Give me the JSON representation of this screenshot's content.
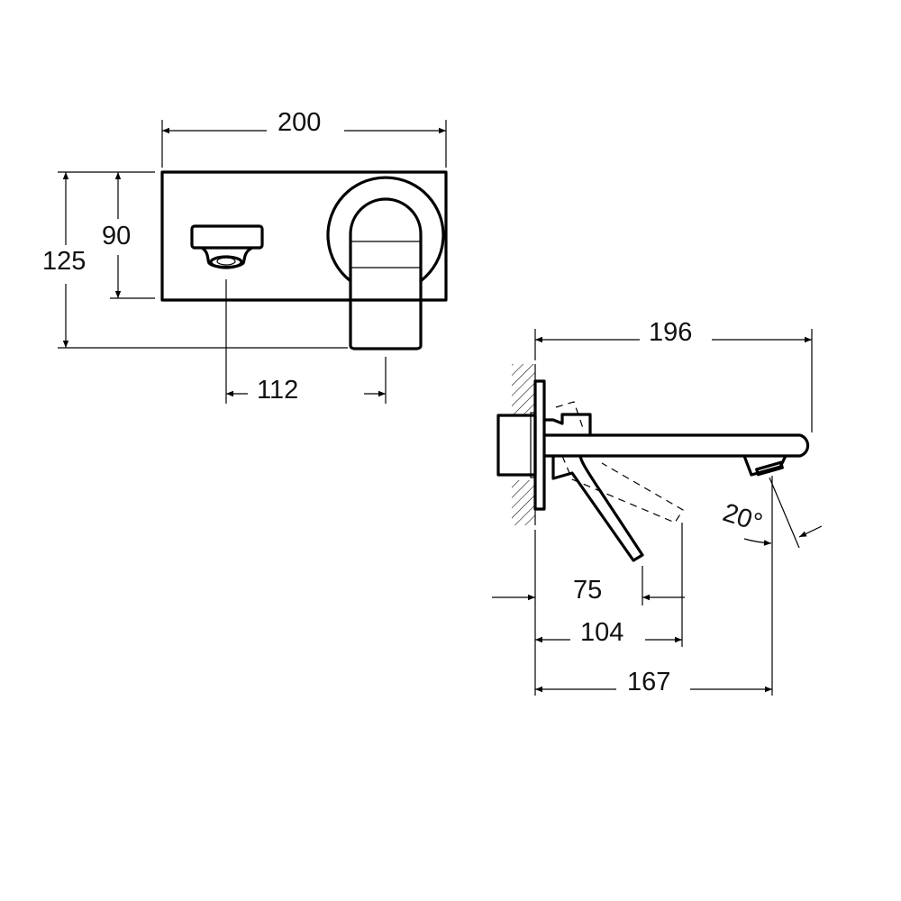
{
  "drawing": {
    "type": "technical dimension drawing",
    "subject": "wall-mounted basin mixer faucet",
    "units": "mm",
    "stroke_color": "#000000",
    "background_color": "#ffffff"
  },
  "front_view": {
    "dimensions": {
      "plate_width": "200",
      "plate_height": "90",
      "overall_height": "125",
      "spout_to_handle_distance": "112"
    }
  },
  "side_view": {
    "dimensions": {
      "spout_projection": "196",
      "handle_projection": "75",
      "handle_tilted_projection": "104",
      "outlet_projection": "167",
      "outlet_angle": "20°"
    }
  }
}
